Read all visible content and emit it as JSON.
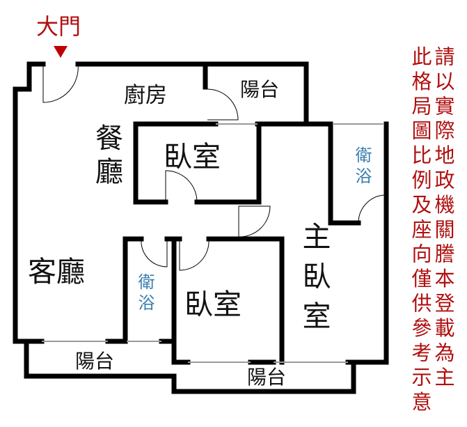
{
  "entrance": {
    "label": "大門",
    "marker_color": "#c00000"
  },
  "rooms": {
    "kitchen": "廚房",
    "dining": "餐廳",
    "bedroom_upper": "臥室",
    "living": "客廳",
    "bath_left": "衛浴",
    "bedroom_lower": "臥室",
    "master_bedroom": "主臥室",
    "master_bath": "衛浴",
    "balcony_top": "陽台",
    "balcony_left": "陽台",
    "balcony_bottom": "陽台"
  },
  "disclaimer": {
    "line1": "請以實際地政機關謄本登載為主",
    "line2": "此格局圖比例及座向僅供參考示意"
  }
}
